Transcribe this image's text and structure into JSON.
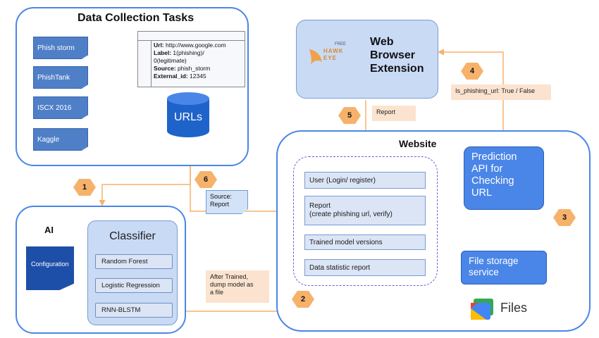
{
  "data_collection": {
    "title": "Data Collection Tasks",
    "sources": [
      "Phish storm",
      "PhishTank",
      "ISCX 2016",
      "Kaggle"
    ],
    "record": {
      "url_key": "Url:",
      "url_val": "http://www.google.com",
      "label_key": "Label:",
      "label_val": "1(phishing)/",
      "label_val2": "0(legitimate)",
      "source_key": "Source:",
      "source_val": "phish_storm",
      "external_key": "External_id:",
      "external_val": "12345"
    },
    "db_label": "URLs"
  },
  "extension": {
    "title_line1": "Web",
    "title_line2": "Browser",
    "title_line3": "Extension",
    "logo_free": "FREE",
    "logo_hawk": "HAWK",
    "logo_eye": "EYE"
  },
  "website": {
    "title": "Website",
    "items": [
      {
        "text": "User (Login/ register)"
      },
      {
        "text": "Report",
        "text2": "(create phishing url, verify)"
      },
      {
        "text": "Trained model versions"
      },
      {
        "text": "Data statistic report"
      }
    ],
    "prediction": [
      "Prediction",
      "API for",
      "Checking",
      "URL"
    ],
    "storage": [
      "File storage",
      "service"
    ],
    "files_label": "Files"
  },
  "ai": {
    "title": "AI",
    "configuration": "Configuration",
    "classifier_title": "Classifier",
    "algorithms": [
      "Random Forest",
      "Logistic Regression",
      "RNN-BLSTM"
    ]
  },
  "steps": {
    "s1": "1",
    "s2": "2",
    "s3": "3",
    "s4": "4",
    "s5": "5",
    "s6": "6"
  },
  "notes": {
    "is_phishing": "Is_phishing_url:  True / False",
    "report": "Report",
    "source_report_1": "Source:",
    "source_report_2": "Report",
    "after_trained_1": "After Trained,",
    "after_trained_2": "dump model as",
    "after_trained_3": "a file"
  },
  "colors": {
    "frame": "#4a86e8",
    "arrow_orange": "#f6b26b",
    "step_badge": "#f6b26b",
    "note_bg": "#fbe3cf",
    "dashed": "#6b5fd6"
  }
}
